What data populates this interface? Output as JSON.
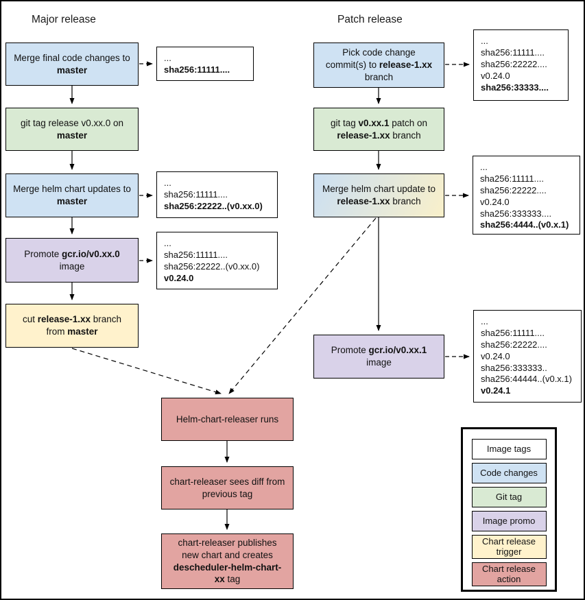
{
  "diagram": {
    "colors": {
      "image-tags": "#ffffff",
      "code-changes": "#cfe2f3",
      "git-tag": "#d9ead3",
      "image-promo": "#d9d2e9",
      "chart-release-trigger": "#fff2cc",
      "chart-release-action": "#e2a4a1",
      "gradient": [
        "#cbdff2",
        "#f9f0ca"
      ]
    },
    "major_flow": {
      "title": "Major release",
      "nodes": [
        {
          "id": "merge-final-code",
          "type": "code-changes",
          "segments": [
            {
              "t": "Merge final code changes to "
            },
            {
              "t": "master",
              "b": true
            }
          ]
        },
        {
          "id": "git-tag-release",
          "type": "git-tag",
          "segments": [
            {
              "t": "git tag release v0.xx.0 on "
            },
            {
              "t": "master",
              "b": true
            }
          ]
        },
        {
          "id": "merge-helm-chart-updates",
          "type": "code-changes",
          "segments": [
            {
              "t": "Merge helm chart updates to "
            },
            {
              "t": "master",
              "b": true
            }
          ]
        },
        {
          "id": "promote-image-major",
          "type": "image-promo",
          "segments": [
            {
              "t": "Promote "
            },
            {
              "t": "gcr.io/v0.xx.0",
              "b": true
            },
            {
              "t": " image"
            }
          ]
        },
        {
          "id": "cut-release-branch",
          "type": "chart-release-trigger",
          "segments": [
            {
              "t": "cut "
            },
            {
              "t": "release-1.xx",
              "b": true
            },
            {
              "t": " branch from "
            },
            {
              "t": "master",
              "b": true
            }
          ]
        }
      ]
    },
    "patch_flow": {
      "title": "Patch release",
      "nodes": [
        {
          "id": "pick-code-change",
          "type": "code-changes",
          "segments": [
            {
              "t": "Pick code change commit(s) to "
            },
            {
              "t": "release-1.xx",
              "b": true
            },
            {
              "t": " branch"
            }
          ]
        },
        {
          "id": "git-tag-patch",
          "type": "git-tag",
          "segments": [
            {
              "t": "git tag "
            },
            {
              "t": "v0.xx.1",
              "b": true
            },
            {
              "t": " patch on "
            },
            {
              "t": "release-1.xx",
              "b": true
            },
            {
              "t": " branch"
            }
          ]
        },
        {
          "id": "merge-helm-chart-update",
          "type": "gradient",
          "segments": [
            {
              "t": "Merge helm chart update to "
            },
            {
              "t": "release-1.xx",
              "b": true
            },
            {
              "t": " branch"
            }
          ]
        },
        {
          "id": "promote-image-patch",
          "type": "image-promo",
          "segments": [
            {
              "t": "Promote "
            },
            {
              "t": "gcr.io/v0.xx.1",
              "b": true
            },
            {
              "t": " image"
            }
          ]
        }
      ]
    },
    "chart_release_flow": {
      "nodes": [
        {
          "id": "helm-chart-releaser-runs",
          "type": "chart-release-action",
          "segments": [
            {
              "t": "Helm-chart-releaser runs"
            }
          ]
        },
        {
          "id": "chart-releaser-sees-diff",
          "type": "chart-release-action",
          "segments": [
            {
              "t": "chart-releaser sees diff from previous tag"
            }
          ]
        },
        {
          "id": "chart-releaser-publishes",
          "type": "chart-release-action",
          "segments": [
            {
              "t": "chart-releaser publishes new chart and creates "
            },
            {
              "t": "descheduler-helm-chart-xx",
              "b": true
            },
            {
              "t": " tag"
            }
          ]
        }
      ]
    },
    "annotations": [
      {
        "id": "major-code-tags",
        "lines": [
          {
            "t": "..."
          },
          {
            "t": "sha256:11111....",
            "b": true
          }
        ]
      },
      {
        "id": "major-helm-chart-tags",
        "lines": [
          {
            "t": "..."
          },
          {
            "t": "sha256:11111...."
          },
          {
            "t": "sha256:22222..(v0.xx.0)",
            "b": true
          }
        ]
      },
      {
        "id": "major-promote-tags",
        "lines": [
          {
            "t": "..."
          },
          {
            "t": "sha256:11111...."
          },
          {
            "t": "sha256:22222..(v0.xx.0)"
          },
          {
            "t": "v0.24.0",
            "b": true
          }
        ]
      },
      {
        "id": "patch-code-tags",
        "lines": [
          {
            "t": "..."
          },
          {
            "t": "sha256:11111...."
          },
          {
            "t": "sha256:22222...."
          },
          {
            "t": "v0.24.0"
          },
          {
            "t": "sha256:33333....",
            "b": true
          }
        ]
      },
      {
        "id": "patch-helm-chart-tags",
        "lines": [
          {
            "t": "..."
          },
          {
            "t": "sha256:11111...."
          },
          {
            "t": "sha256:22222...."
          },
          {
            "t": "v0.24.0"
          },
          {
            "t": "sha256:333333...."
          },
          {
            "t": "sha256:4444..(v0.x.1)",
            "b": true
          }
        ]
      },
      {
        "id": "patch-promote-tags",
        "lines": [
          {
            "t": "..."
          },
          {
            "t": "sha256:11111...."
          },
          {
            "t": "sha256:22222...."
          },
          {
            "t": "v0.24.0"
          },
          {
            "t": "sha256:333333.."
          },
          {
            "t": "sha256:44444..(v0.x.1)"
          },
          {
            "t": "v0.24.1",
            "b": true
          }
        ]
      }
    ],
    "legend": {
      "items": [
        {
          "label": "Image tags",
          "type": "image-tags"
        },
        {
          "label": "Code changes",
          "type": "code-changes"
        },
        {
          "label": "Git tag",
          "type": "git-tag"
        },
        {
          "label": "Image promo",
          "type": "image-promo"
        },
        {
          "label": "Chart release trigger",
          "type": "chart-release-trigger"
        },
        {
          "label": "Chart release action",
          "type": "chart-release-action"
        }
      ]
    }
  }
}
